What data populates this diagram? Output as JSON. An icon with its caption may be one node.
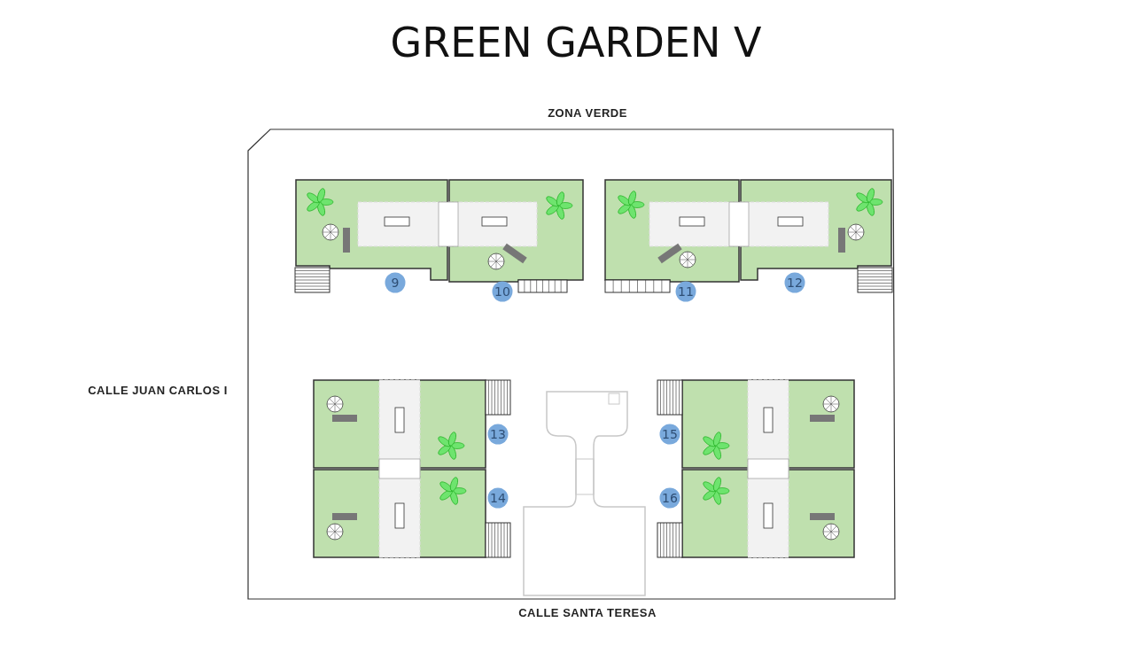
{
  "diagram": {
    "title": "GREEN GARDEN V",
    "nodes": [
      {
        "text": [
          "9"
        ]
      },
      {
        "text": [
          "10"
        ]
      },
      {
        "text": [
          "11"
        ]
      },
      {
        "text": [
          "12"
        ]
      },
      {
        "text": [
          "13"
        ]
      },
      {
        "text": [
          "14"
        ]
      },
      {
        "text": [
          "15"
        ]
      },
      {
        "text": [
          "16"
        ]
      }
    ],
    "labels": [
      "ZONA VERDE",
      "CALLE JUAN CARLOS I",
      "CALLE SANTA TERESA"
    ]
  }
}
